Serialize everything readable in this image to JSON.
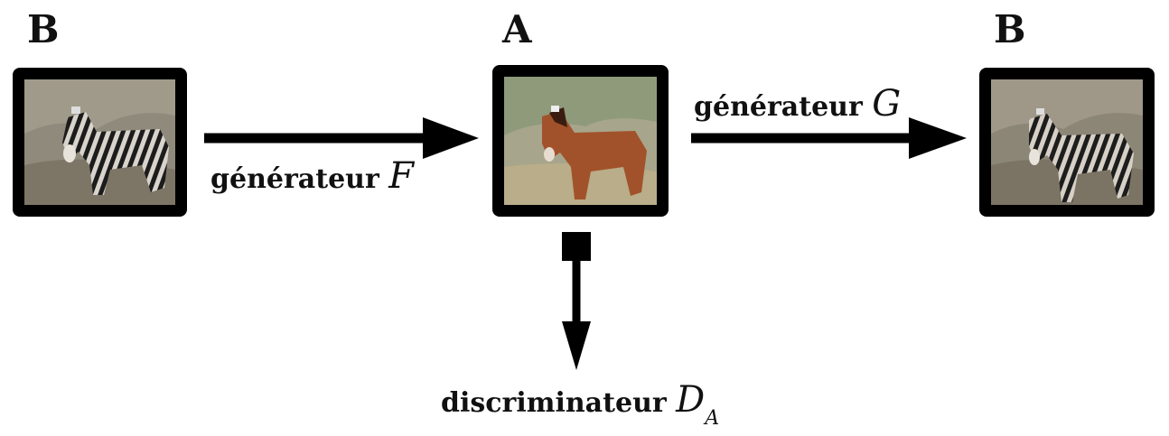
{
  "domains": {
    "left": "B",
    "center": "A",
    "right": "B"
  },
  "edges": {
    "generator_f": {
      "text": "générateur",
      "symbol": "F"
    },
    "generator_g": {
      "text": "générateur",
      "symbol": "G"
    },
    "discriminator": {
      "text": "discriminateur",
      "symbol": "D",
      "subscript": "A"
    }
  },
  "images": {
    "left": "zebra-image",
    "center": "horse-image",
    "right": "zebra-image"
  },
  "colors": {
    "frame": "#000000",
    "arrow": "#000000",
    "background": "#ffffff"
  }
}
